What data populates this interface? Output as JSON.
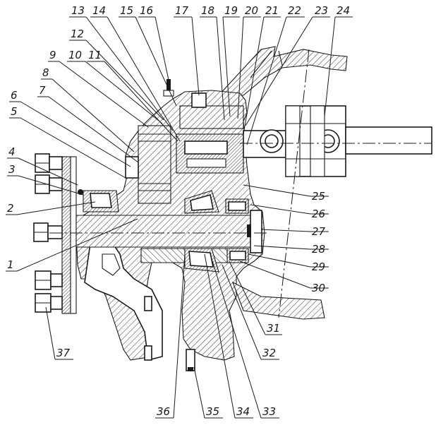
{
  "drawing": {
    "callouts": [
      {
        "id": "p1",
        "label": "1"
      },
      {
        "id": "p2",
        "label": "2"
      },
      {
        "id": "p3",
        "label": "3"
      },
      {
        "id": "p4",
        "label": "4"
      },
      {
        "id": "p5",
        "label": "5"
      },
      {
        "id": "p6",
        "label": "6"
      },
      {
        "id": "p7",
        "label": "7"
      },
      {
        "id": "p8",
        "label": "8"
      },
      {
        "id": "p9",
        "label": "9"
      },
      {
        "id": "p10",
        "label": "10"
      },
      {
        "id": "p11",
        "label": "11"
      },
      {
        "id": "p12",
        "label": "12"
      },
      {
        "id": "p13",
        "label": "13"
      },
      {
        "id": "p14",
        "label": "14"
      },
      {
        "id": "p15",
        "label": "15"
      },
      {
        "id": "p16",
        "label": "16"
      },
      {
        "id": "p17",
        "label": "17"
      },
      {
        "id": "p18",
        "label": "18"
      },
      {
        "id": "p19",
        "label": "19"
      },
      {
        "id": "p20",
        "label": "20"
      },
      {
        "id": "p21",
        "label": "21"
      },
      {
        "id": "p22",
        "label": "22"
      },
      {
        "id": "p23",
        "label": "23"
      },
      {
        "id": "p24",
        "label": "24"
      },
      {
        "id": "p25",
        "label": "25"
      },
      {
        "id": "p26",
        "label": "26"
      },
      {
        "id": "p27",
        "label": "27"
      },
      {
        "id": "p28",
        "label": "28"
      },
      {
        "id": "p29",
        "label": "29"
      },
      {
        "id": "p30",
        "label": "30"
      },
      {
        "id": "p31",
        "label": "31"
      },
      {
        "id": "p32",
        "label": "32"
      },
      {
        "id": "p33",
        "label": "33"
      },
      {
        "id": "p34",
        "label": "34"
      },
      {
        "id": "p35",
        "label": "35"
      },
      {
        "id": "p36",
        "label": "36"
      },
      {
        "id": "p37",
        "label": "37"
      }
    ]
  },
  "colors": {
    "line": "#1a1a1a",
    "background": "#ffffff"
  }
}
